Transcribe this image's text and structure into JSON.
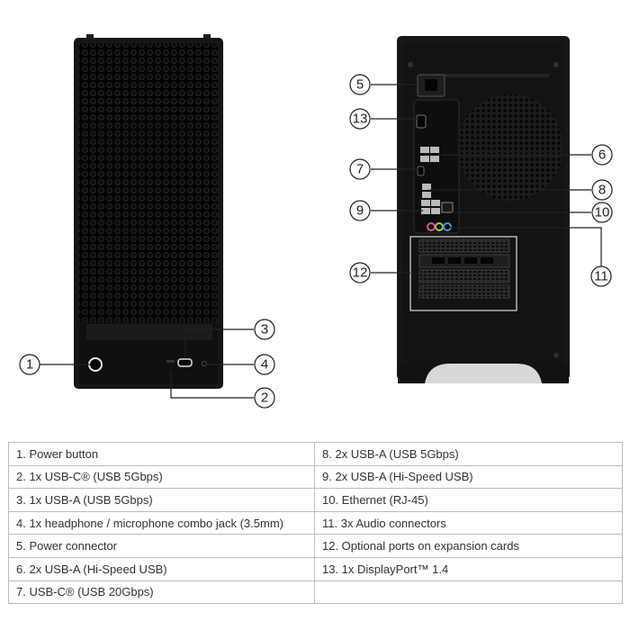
{
  "callouts": [
    "1",
    "2",
    "3",
    "4",
    "5",
    "6",
    "7",
    "8",
    "9",
    "10",
    "11",
    "12",
    "13"
  ],
  "ports": [
    [
      "1.   Power button",
      "8.  2x USB-A (USB 5Gbps)"
    ],
    [
      "2.  1x USB-C® (USB 5Gbps)",
      "9.  2x USB-A (Hi-Speed USB)"
    ],
    [
      "3.  1x USB-A (USB 5Gbps)",
      "10. Ethernet (RJ-45)"
    ],
    [
      "4.  1x headphone / microphone combo jack (3.5mm)",
      "11.  3x Audio connectors"
    ],
    [
      "5.  Power connector",
      "12. Optional ports on expansion cards"
    ],
    [
      "6.  2x USB-A (Hi-Speed USB)",
      "13. 1x DisplayPort™ 1.4"
    ],
    [
      "7.  USB-C® (USB 20Gbps)",
      ""
    ]
  ]
}
